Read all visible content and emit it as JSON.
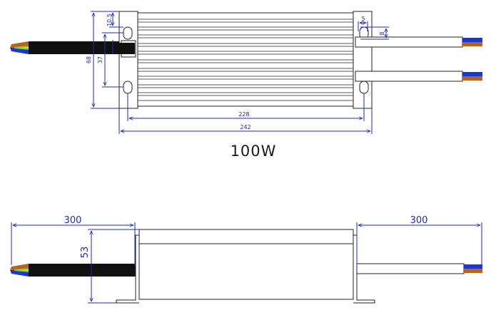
{
  "title": "100W",
  "colors": {
    "dimension": "#1f2aa8",
    "outline": "#222222",
    "cable": "#111111",
    "wire_brown": "#b5651d",
    "wire_blue": "#1a36d8",
    "wire_green_yellow": "#7ac143",
    "wire_yellow": "#f2e200"
  },
  "top_view": {
    "dims": {
      "d228": "228",
      "d242": "242",
      "d68": "68",
      "d37": "37",
      "d105": "10.5",
      "d5": "5",
      "d8": "8"
    }
  },
  "side_view": {
    "dims": {
      "left_cable": "300",
      "right_cable": "300",
      "height": "53"
    }
  }
}
